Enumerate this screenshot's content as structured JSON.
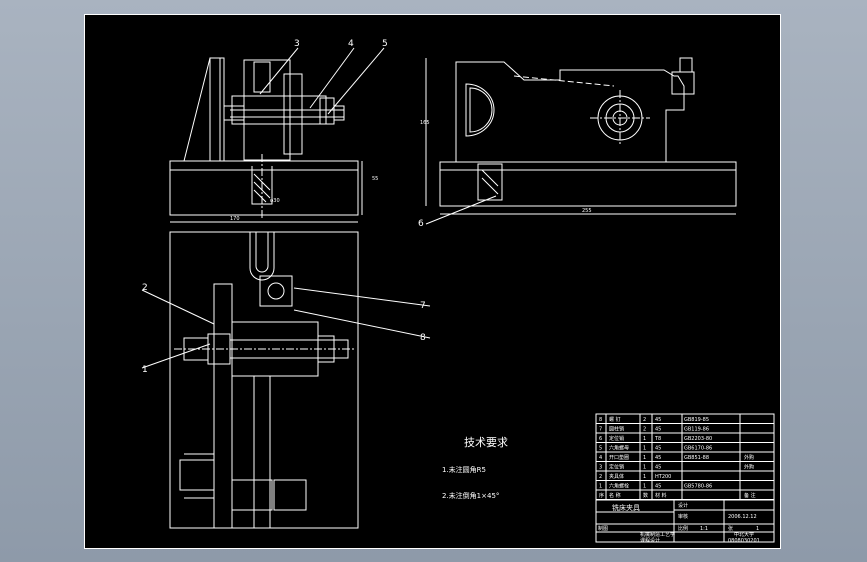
{
  "balloons": [
    "3",
    "4",
    "5",
    "6",
    "2",
    "1",
    "7",
    "8"
  ],
  "dims": {
    "front_width": "170",
    "front_height": "55",
    "hole_dia": "φ30",
    "side_length": "255",
    "side_height": "165"
  },
  "tech": {
    "title": "技术要求",
    "notes": [
      "1.未注圆角R5",
      "2.未注倒角1×45°"
    ]
  },
  "bom": [
    {
      "no": "8",
      "name": "螺 钉",
      "qty": "2",
      "mat": "45",
      "std": "GB819-85",
      "note": ""
    },
    {
      "no": "7",
      "name": "圆柱销",
      "qty": "2",
      "mat": "45",
      "std": "GB119-86",
      "note": ""
    },
    {
      "no": "6",
      "name": "定位销",
      "qty": "1",
      "mat": "T8",
      "std": "GB2203-80",
      "note": ""
    },
    {
      "no": "5",
      "name": "六角螺母",
      "qty": "1",
      "mat": "45",
      "std": "GB6170-86",
      "note": ""
    },
    {
      "no": "4",
      "name": "开口垫圈",
      "qty": "1",
      "mat": "45",
      "std": "GB851-88",
      "note": "外购"
    },
    {
      "no": "3",
      "name": "定位销",
      "qty": "1",
      "mat": "45",
      "std": "",
      "note": "外购"
    },
    {
      "no": "2",
      "name": "夹具体",
      "qty": "1",
      "mat": "HT200",
      "std": "",
      "note": ""
    },
    {
      "no": "1",
      "name": "六角螺栓",
      "qty": "1",
      "mat": "45",
      "std": "GB5780-86",
      "note": ""
    }
  ],
  "bom_header": {
    "no": "序",
    "name": "名 称",
    "qty": "数",
    "mat": "材 料",
    "note": "备 注"
  },
  "title_block": {
    "name": "铣床夹具",
    "scale_label": "比例",
    "scale": "1:1",
    "sheet_label": "张",
    "sheet": "1",
    "course": "机械制造工艺学",
    "design": "课程设计",
    "school": "中北大学",
    "code": "0808030201",
    "designer_label": "设计",
    "checker_label": "审核",
    "drawn_label": "制图",
    "date": "2006.12.12"
  }
}
